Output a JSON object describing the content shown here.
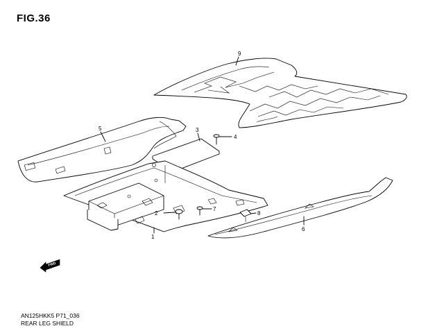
{
  "figure": {
    "title": "FIG.36"
  },
  "footer": {
    "code": "AN125HKK5 P71_036",
    "name": "REAR LEG SHIELD"
  },
  "callouts": [
    "1",
    "2",
    "3",
    "4",
    "5",
    "6",
    "7",
    "8",
    "9"
  ],
  "arrow": {
    "label": "FWD"
  }
}
